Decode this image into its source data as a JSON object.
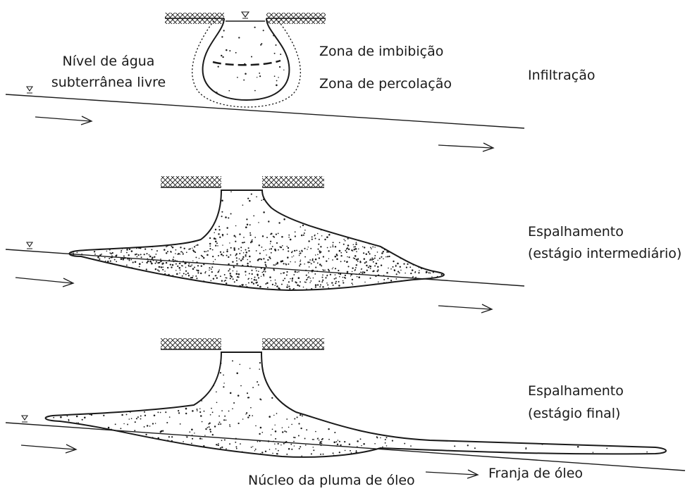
{
  "stage1": {
    "label_water_line1": "Nível de água",
    "label_water_line2": "subterrânea livre",
    "label_imbibition": "Zona de imbibição",
    "label_percolation": "Zona de percolação",
    "label_stage": "Infiltração"
  },
  "stage2": {
    "label_line1": "Espalhamento",
    "label_line2": "(estágio intermediário)"
  },
  "stage3": {
    "label_line1": "Espalhamento",
    "label_line2": "(estágio final)",
    "label_core": "Núcleo da pluma de óleo",
    "label_fringe": "Franja de óleo"
  },
  "colors": {
    "line": "#1a1a1a",
    "background": "#ffffff"
  },
  "icons": [
    "water-table-triangle-icon",
    "flow-arrow-icon",
    "hatched-ground-icon"
  ]
}
